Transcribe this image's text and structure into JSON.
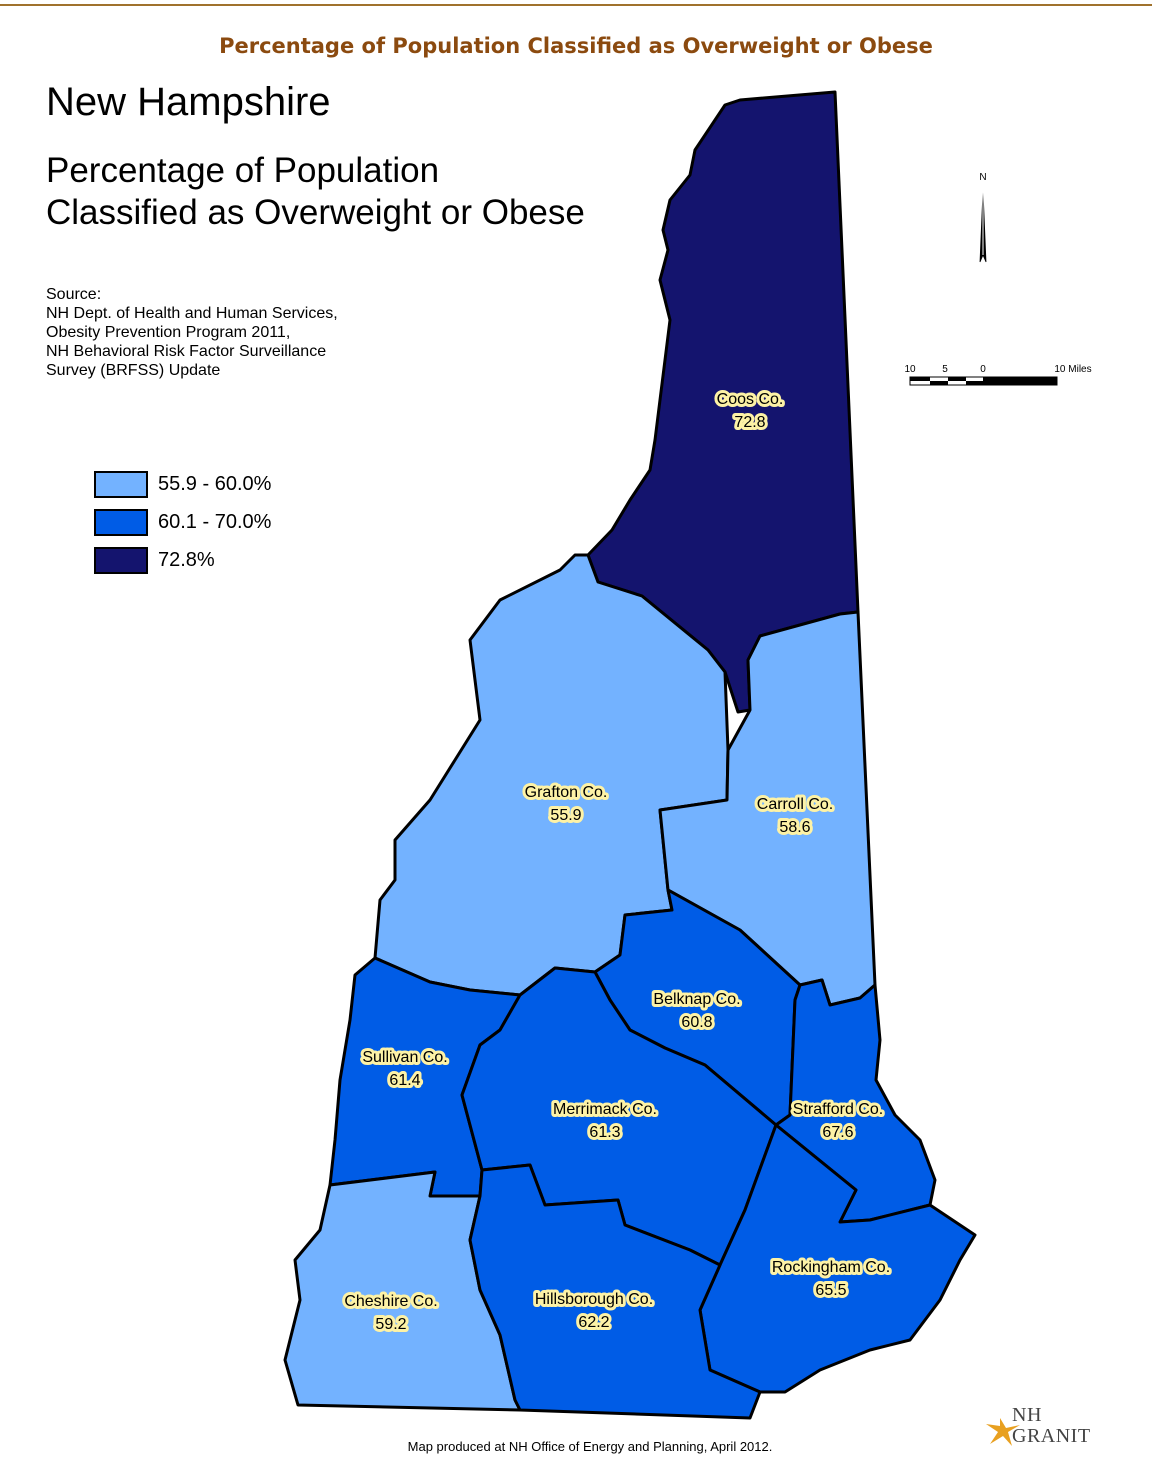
{
  "banner": "Percentage of Population Classified as Overweight or Obese",
  "state_title": "New Hampshire",
  "map_title_line1": "Percentage of Population",
  "map_title_line2": "Classified as Overweight or Obese",
  "source": {
    "heading": "Source:",
    "line1": "NH Dept. of Health and Human Services,",
    "line2": "Obesity Prevention Program 2011,",
    "line3": "NH Behavioral Risk Factor Surveillance",
    "line4": "Survey (BRFSS) Update"
  },
  "legend": [
    {
      "label": "55.9 - 60.0%",
      "color": "#73b2ff"
    },
    {
      "label": "60.1 - 70.0%",
      "color": "#005ce6"
    },
    {
      "label": "72.8%",
      "color": "#14146e"
    }
  ],
  "counties": [
    {
      "name": "Coos Co.",
      "value": "72.8"
    },
    {
      "name": "Grafton Co.",
      "value": "55.9"
    },
    {
      "name": "Carroll Co.",
      "value": "58.6"
    },
    {
      "name": "Belknap Co.",
      "value": "60.8"
    },
    {
      "name": "Sullivan Co.",
      "value": "61.4"
    },
    {
      "name": "Merrimack Co.",
      "value": "61.3"
    },
    {
      "name": "Strafford Co.",
      "value": "67.6"
    },
    {
      "name": "Rockingham Co.",
      "value": "65.5"
    },
    {
      "name": "Cheshire Co.",
      "value": "59.2"
    },
    {
      "name": "Hillsborough Co.",
      "value": "62.2"
    }
  ],
  "north_arrow": "N",
  "scale_bar": {
    "t1": "10",
    "t2": "5",
    "t3": "0",
    "t4": "10 Miles"
  },
  "footer": "Map produced at NH Office of Energy and Planning, April 2012.",
  "logo": {
    "line1": "NH",
    "line2": "GRANIT"
  }
}
